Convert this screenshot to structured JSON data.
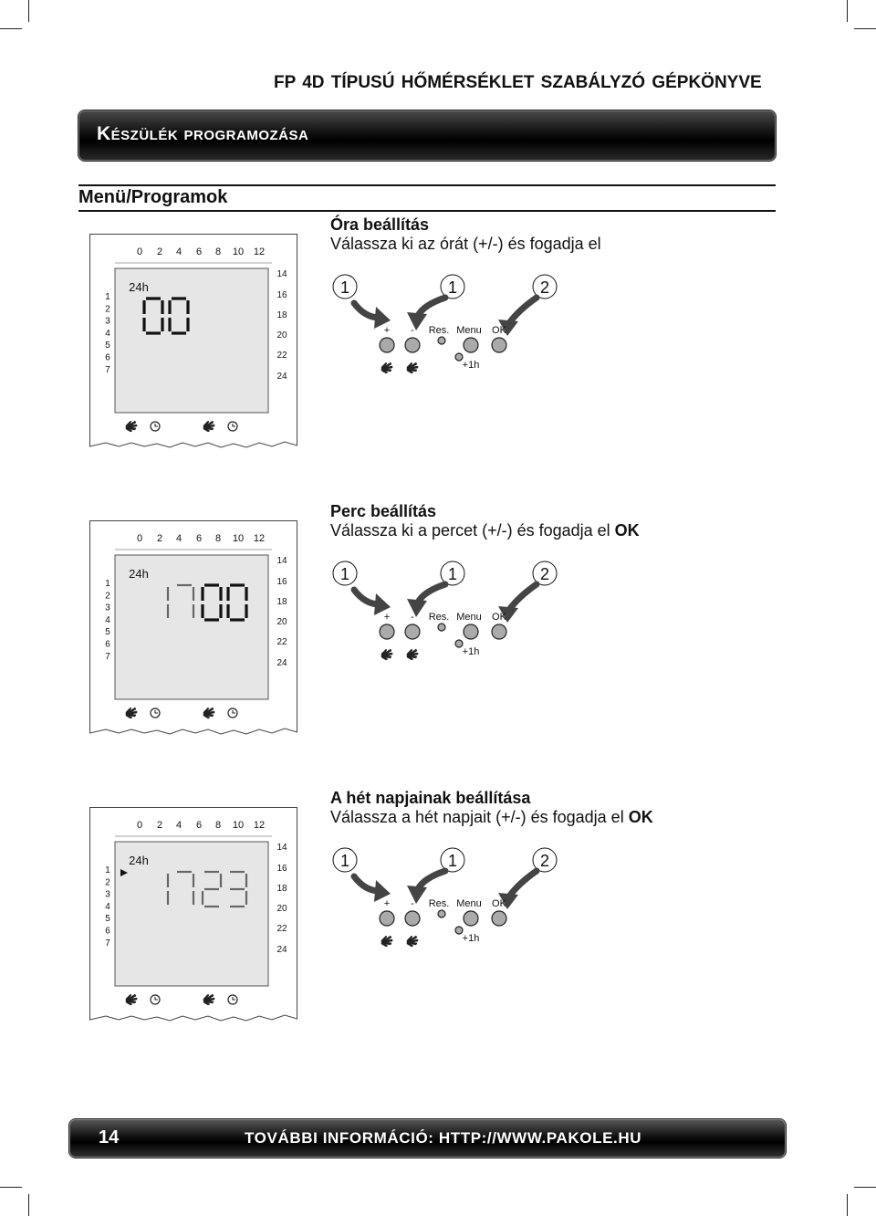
{
  "header": {
    "title": "FP 4D   TÍPUSÚ HŐMÉRSÉKLET SZABÁLYZÓ   GÉPKÖNYVE"
  },
  "banner": {
    "title": "Készülék programozása"
  },
  "section": {
    "title": "Menü/Programok"
  },
  "device": {
    "hours_top": [
      "0",
      "2",
      "4",
      "6",
      "8",
      "10",
      "12"
    ],
    "hours_right": [
      "14",
      "16",
      "18",
      "20",
      "22",
      "24"
    ],
    "days": [
      "1",
      "2",
      "3",
      "4",
      "5",
      "6",
      "7"
    ],
    "mode": "24h"
  },
  "keypad": {
    "plus": "+",
    "minus": "-",
    "res": "Res.",
    "menu": "Menu",
    "ok": "OK",
    "plus1h": "+1h"
  },
  "steps": [
    {
      "title": "Óra beállítás",
      "desc": "Válassza ki az órát (+/-) és fogadja el",
      "desc_ok": "",
      "display": "00",
      "markers": [
        "1",
        "1",
        "2"
      ]
    },
    {
      "title": "Perc beállítás",
      "desc": "Válassza ki a percet (+/-) és fogadja el",
      "desc_ok": "OK",
      "display": "1700",
      "markers": [
        "1",
        "1",
        "2"
      ]
    },
    {
      "title": "A hét napjainak beállítása",
      "desc": "Válassza a hét napjait (+/-) és fogadja el",
      "desc_ok": "OK",
      "display": "1723",
      "markers": [
        "1",
        "1",
        "2"
      ]
    }
  ],
  "footer": {
    "page": "14",
    "info": "TOVÁBBI INFORMÁCIÓ: HTTP://WWW.PAKOLE.HU"
  }
}
